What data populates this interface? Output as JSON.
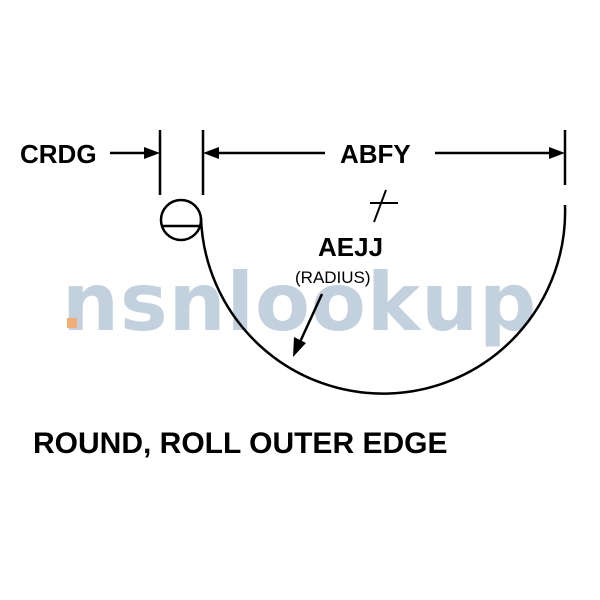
{
  "labels": {
    "edge_thickness": "CRDG",
    "width": "ABFY",
    "radius_code": "AEJJ",
    "radius_note": "(RADIUS)",
    "caption": "ROUND, ROLL OUTER EDGE"
  },
  "watermark": {
    "text": "nsnlookup",
    "dot_color": "#f0a060",
    "text_color": "#b9c8d8"
  },
  "colors": {
    "line": "#000000",
    "background": "#ffffff"
  }
}
